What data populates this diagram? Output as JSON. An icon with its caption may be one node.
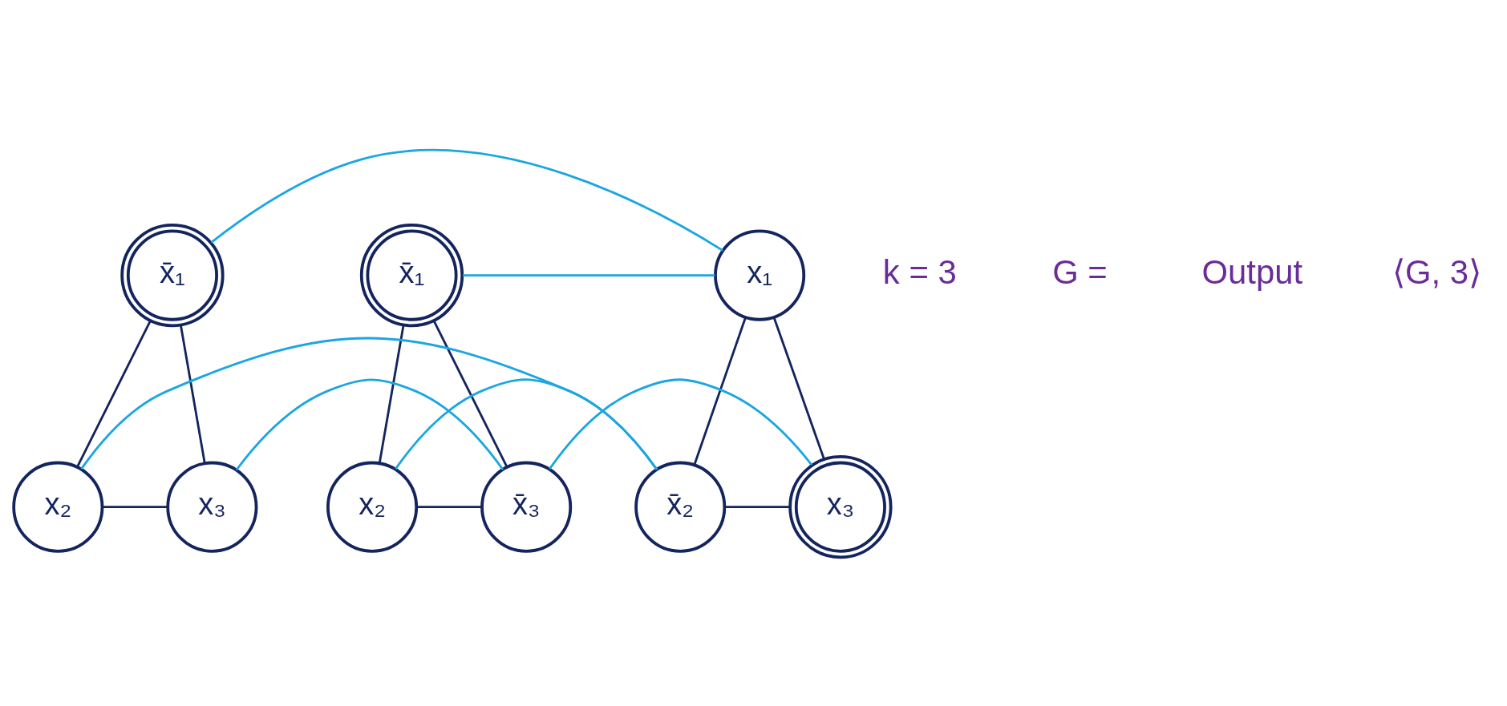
{
  "diagram": {
    "nodes": [
      {
        "text": [
          "x̄₁"
        ]
      },
      {
        "text": [
          "x₁"
        ]
      },
      {
        "text": [
          "x̄₁"
        ]
      },
      {
        "text": [
          "x₂"
        ]
      },
      {
        "text": [
          "x₃"
        ]
      },
      {
        "text": [
          "x̄₂"
        ]
      },
      {
        "text": [
          "x₃"
        ]
      },
      {
        "text": [
          "x₂"
        ]
      },
      {
        "text": [
          "x̄₃"
        ]
      }
    ],
    "edges": [
      {
        "from": 0,
        "to": 3,
        "arrow": "none"
      },
      {
        "from": 0,
        "to": 4,
        "arrow": "none"
      },
      {
        "from": 3,
        "to": 4,
        "arrow": "none"
      },
      {
        "from": 1,
        "to": 5,
        "arrow": "none"
      },
      {
        "from": 1,
        "to": 6,
        "arrow": "none"
      },
      {
        "from": 5,
        "to": 6,
        "arrow": "none"
      },
      {
        "from": 2,
        "to": 7,
        "arrow": "none"
      },
      {
        "from": 2,
        "to": 8,
        "arrow": "none"
      },
      {
        "from": 7,
        "to": 8,
        "arrow": "none"
      },
      {
        "from": 0,
        "to": 1,
        "arrow": "none",
        "color": "#1ba6e0"
      },
      {
        "from": 1,
        "to": 2,
        "arrow": "none",
        "color": "#1ba6e0"
      },
      {
        "from": 3,
        "to": 5,
        "arrow": "none",
        "color": "#1ba6e0"
      },
      {
        "from": 4,
        "to": 8,
        "arrow": "none",
        "color": "#1ba6e0"
      },
      {
        "from": 5,
        "to": 7,
        "arrow": "none",
        "color": "#1ba6e0"
      },
      {
        "from": 6,
        "to": 8,
        "arrow": "none",
        "color": "#1ba6e0"
      }
    ],
    "labels": [
      "k = 3",
      "G =",
      "Output",
      "⟨G, 3⟩"
    ]
  }
}
